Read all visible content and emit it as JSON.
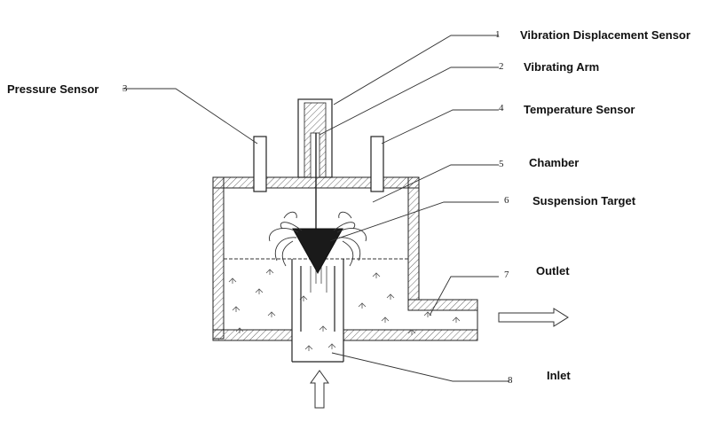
{
  "labels": {
    "vibration_displacement_sensor": "Vibration Displacement Sensor",
    "vibrating_arm": "Vibrating Arm",
    "pressure_sensor": "Pressure Sensor",
    "temperature_sensor": "Temperature Sensor",
    "chamber": "Chamber",
    "suspension_target": "Suspension Target",
    "outlet": "Outlet",
    "inlet": "Inlet"
  },
  "numbers": {
    "n1": "1",
    "n2": "2",
    "n3": "3",
    "n4": "4",
    "n5": "5",
    "n6": "6",
    "n7": "7",
    "n8": "8"
  },
  "colors": {
    "line": "#222222",
    "hatch": "#555555",
    "target_fill": "#1a1a1a",
    "background": "#ffffff"
  }
}
